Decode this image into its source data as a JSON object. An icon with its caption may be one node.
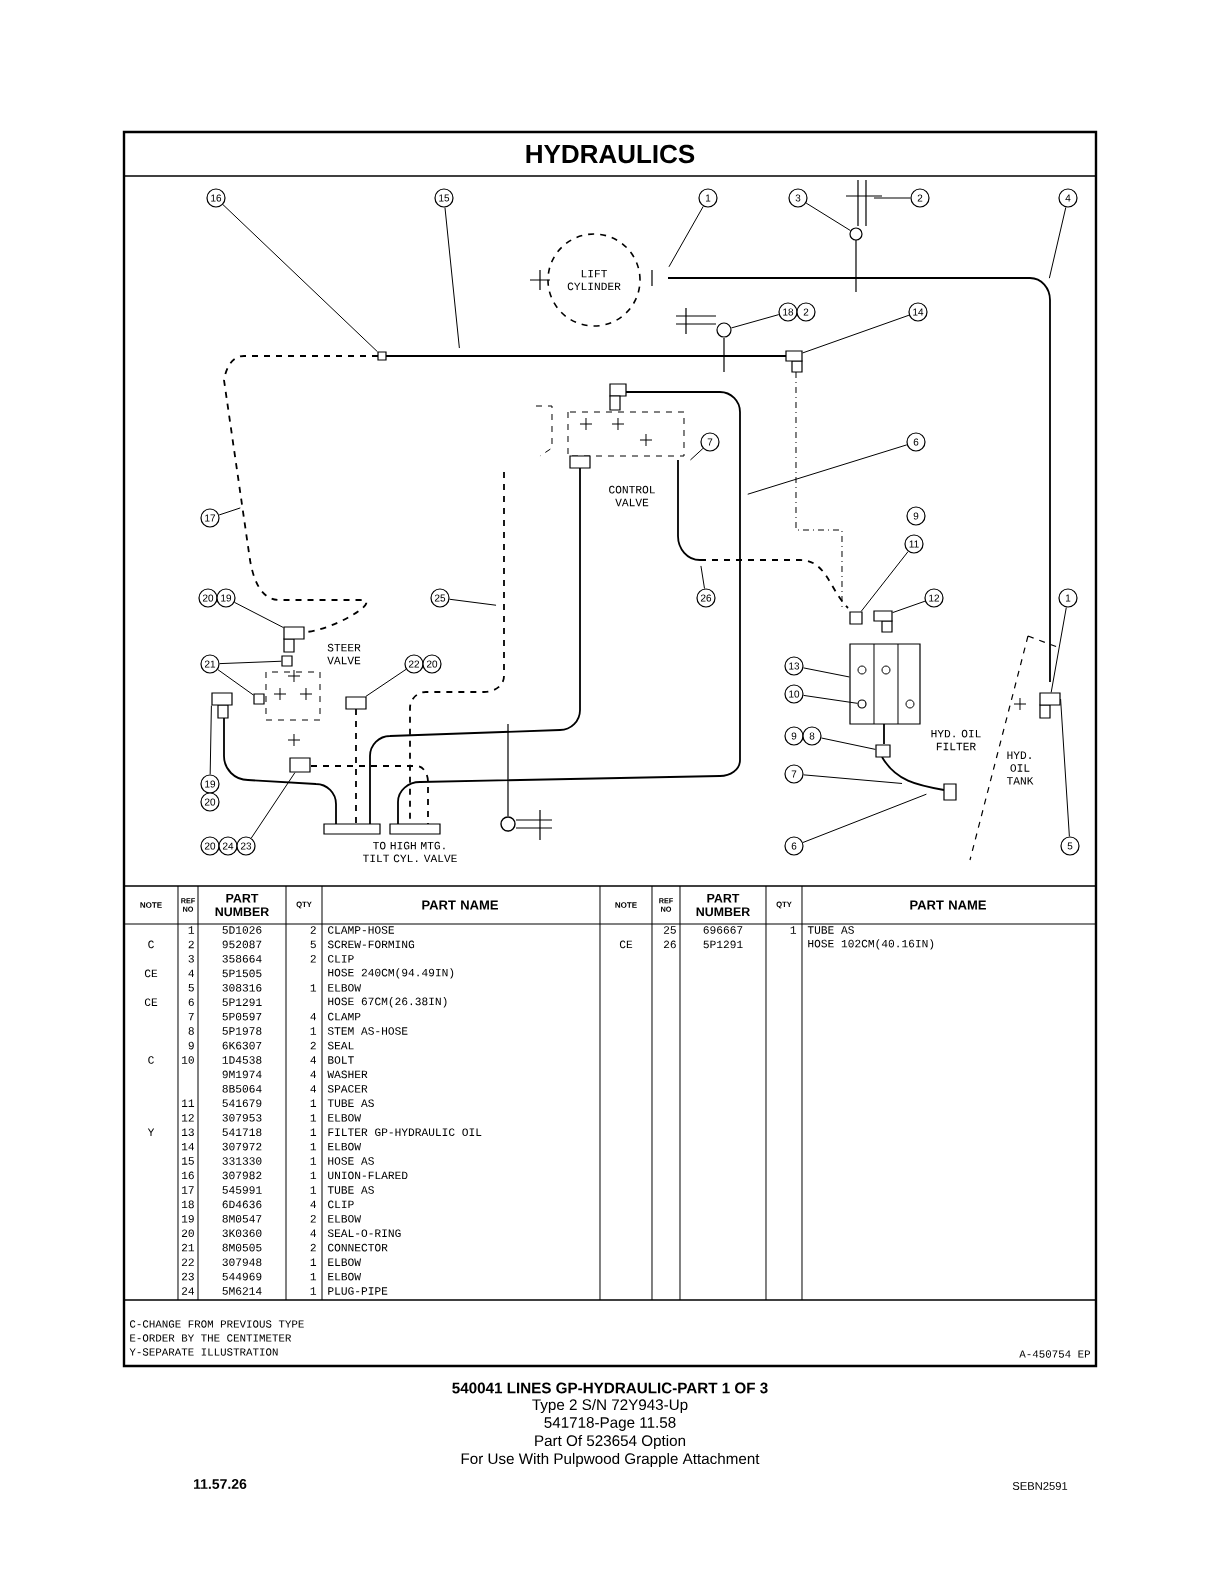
{
  "diagram": {
    "title": "HYDRAULICS",
    "nodes": [
      {
        "text": [
          "16"
        ]
      },
      {
        "text": [
          "15"
        ]
      },
      {
        "text": [
          "1"
        ]
      },
      {
        "text": [
          "3"
        ]
      },
      {
        "text": [
          "2"
        ]
      },
      {
        "text": [
          "4"
        ]
      },
      {
        "text": [
          "LIFT CYLINDER"
        ]
      },
      {
        "text": [
          "18"
        ]
      },
      {
        "text": [
          "2"
        ]
      },
      {
        "text": [
          "14"
        ]
      },
      {
        "text": [
          "7"
        ]
      },
      {
        "text": [
          "6"
        ]
      },
      {
        "text": [
          "17"
        ]
      },
      {
        "text": [
          "9"
        ]
      },
      {
        "text": [
          "11"
        ]
      },
      {
        "text": [
          "20"
        ]
      },
      {
        "text": [
          "19"
        ]
      },
      {
        "text": [
          "25"
        ]
      },
      {
        "text": [
          "26"
        ]
      },
      {
        "text": [
          "12"
        ]
      },
      {
        "text": [
          "1"
        ]
      },
      {
        "text": [
          "21"
        ]
      },
      {
        "text": [
          "22"
        ]
      },
      {
        "text": [
          "20"
        ]
      },
      {
        "text": [
          "13"
        ]
      },
      {
        "text": [
          "10"
        ]
      },
      {
        "text": [
          "9"
        ]
      },
      {
        "text": [
          "8"
        ]
      },
      {
        "text": [
          "7"
        ]
      },
      {
        "text": [
          "19"
        ]
      },
      {
        "text": [
          "20"
        ]
      },
      {
        "text": [
          "20"
        ]
      },
      {
        "text": [
          "24"
        ]
      },
      {
        "text": [
          "23"
        ]
      },
      {
        "text": [
          "6"
        ]
      },
      {
        "text": [
          "5"
        ]
      },
      {
        "text": [],
        "shape": "box"
      },
      {
        "text": [],
        "shape": "circle"
      },
      {
        "text": [],
        "shape": "circle"
      },
      {
        "text": [],
        "shape": "box"
      },
      {
        "text": [],
        "shape": "box"
      },
      {
        "text": [],
        "shape": "box"
      },
      {
        "text": [],
        "shape": "box"
      },
      {
        "text": [],
        "shape": "box"
      },
      {
        "text": [],
        "shape": "box"
      },
      {
        "text": [],
        "shape": "box"
      },
      {
        "text": [],
        "shape": "box"
      },
      {
        "text": [],
        "shape": "box"
      },
      {
        "text": [],
        "shape": "circle",
        "in": 47
      },
      {
        "text": [],
        "shape": "box"
      },
      {
        "text": [],
        "shape": "box"
      },
      {
        "text": [],
        "shape": "box"
      }
    ],
    "edges": [
      {
        "from": 0,
        "to": 36,
        "arrow": "none"
      },
      {
        "from": 1,
        "to": null,
        "arrow": "none"
      },
      {
        "from": 2,
        "to": null,
        "arrow": "none"
      },
      {
        "from": 3,
        "to": 37,
        "arrow": "none"
      },
      {
        "from": 4,
        "to": null,
        "arrow": "none"
      },
      {
        "from": 5,
        "to": null,
        "arrow": "none"
      },
      {
        "from": 7,
        "to": 38,
        "arrow": "none"
      },
      {
        "from": 9,
        "to": 39,
        "arrow": "none"
      },
      {
        "from": 10,
        "to": null,
        "arrow": "none"
      },
      {
        "from": 11,
        "to": null,
        "arrow": "none"
      },
      {
        "from": 12,
        "to": null,
        "arrow": "none"
      },
      {
        "from": 14,
        "to": 40,
        "arrow": "none"
      },
      {
        "from": 16,
        "to": 42,
        "arrow": "none"
      },
      {
        "from": 17,
        "to": null,
        "arrow": "none"
      },
      {
        "from": 18,
        "to": null,
        "arrow": "none"
      },
      {
        "from": 19,
        "to": 41,
        "arrow": "none"
      },
      {
        "from": 20,
        "to": 45,
        "arrow": "none"
      },
      {
        "from": 21,
        "to": 43,
        "arrow": "none"
      },
      {
        "from": 21,
        "to": 44,
        "arrow": "none"
      },
      {
        "from": 22,
        "to": 46,
        "arrow": "none"
      },
      {
        "from": 24,
        "to": 47,
        "arrow": "none"
      },
      {
        "from": 25,
        "to": 48,
        "arrow": "none"
      },
      {
        "from": 27,
        "to": 49,
        "arrow": "none"
      },
      {
        "from": 28,
        "to": null,
        "arrow": "none"
      },
      {
        "from": 29,
        "to": 50,
        "arrow": "none"
      },
      {
        "from": 33,
        "to": 51,
        "arrow": "none"
      },
      {
        "from": 34,
        "to": null,
        "arrow": "none"
      },
      {
        "from": 35,
        "to": 45,
        "arrow": "none"
      }
    ],
    "labels": [
      "CONTROL VALVE",
      "STEER VALVE",
      "HYD. OIL FILTER",
      "HYD. OIL TANK",
      "TO HIGH MTG. TILT CYL. VALVE",
      "NOTE",
      "REF NO",
      "PART NUMBER",
      "QTY",
      "PART NAME",
      "NOTE",
      "REF NO",
      "PART NUMBER",
      "QTY",
      "PART NAME",
      "1",
      "5D1026",
      "2",
      "CLAMP-HOSE",
      "25",
      "696667",
      "1",
      "TUBE AS",
      "C",
      "2",
      "952087",
      "5",
      "SCREW-FORMING",
      "CE",
      "26",
      "5P1291",
      "HOSE 102CM(40.16IN)",
      "3",
      "358664",
      "2",
      "CLIP",
      "CE",
      "4",
      "5P1505",
      "HOSE 240CM(94.49IN)",
      "5",
      "308316",
      "1",
      "ELBOW",
      "CE",
      "6",
      "5P1291",
      "HOSE 67CM(26.38IN)",
      "7",
      "5P0597",
      "4",
      "CLAMP",
      "8",
      "5P1978",
      "1",
      "STEM AS-HOSE",
      "9",
      "6K6307",
      "2",
      "SEAL",
      "C",
      "10",
      "1D4538",
      "4",
      "BOLT",
      "9M1974",
      "4",
      "WASHER",
      "8B5064",
      "4",
      "SPACER",
      "11",
      "541679",
      "1",
      "TUBE AS",
      "12",
      "307953",
      "1",
      "ELBOW",
      "Y",
      "13",
      "541718",
      "1",
      "FILTER GP-HYDRAULIC OIL",
      "14",
      "307972",
      "1",
      "ELBOW",
      "15",
      "331330",
      "1",
      "HOSE AS",
      "16",
      "307982",
      "1",
      "UNION-FLARED",
      "17",
      "545991",
      "1",
      "TUBE AS",
      "18",
      "6D4636",
      "4",
      "CLIP",
      "19",
      "8M0547",
      "2",
      "ELBOW",
      "20",
      "3K0360",
      "4",
      "SEAL-O-RING",
      "21",
      "8M0505",
      "2",
      "CONNECTOR",
      "22",
      "307948",
      "1",
      "ELBOW",
      "23",
      "544969",
      "1",
      "ELBOW",
      "24",
      "5M6214",
      "1",
      "PLUG-PIPE",
      "C-CHANGE FROM PREVIOUS TYPE",
      "E-ORDER BY THE CENTIMETER",
      "Y-SEPARATE ILLUSTRATION",
      "A-450754 EP",
      "540041 LINES GP-HYDRAULIC-PART 1 OF 3",
      "Type 2 S/N 72Y943-Up",
      "541718-Page 11.58",
      "Part Of 523654 Option",
      "For Use With Pulpwood Grapple Attachment",
      "11.57.26",
      "SEBN2591"
    ]
  }
}
